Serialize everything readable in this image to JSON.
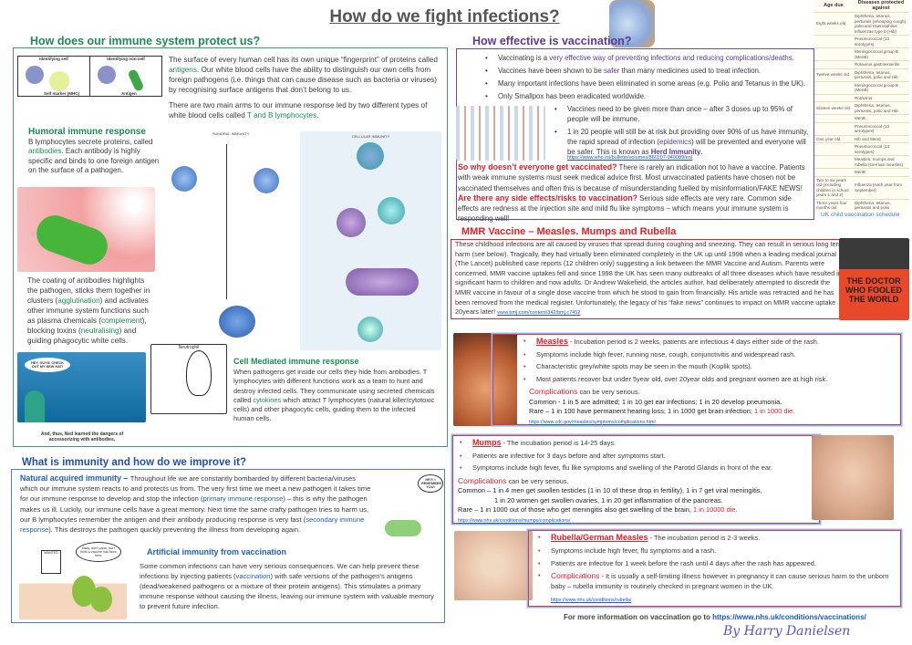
{
  "title": "How do we fight infections?",
  "immune": {
    "heading": "How does our immune system protect us?",
    "self_label": "Identifying self",
    "nonself_label": "Identifying non-self",
    "self_marker": "Self marker (MHC)",
    "antigen_label": "Antigen",
    "intro1_a": "The surface of every human cell has its own unique “fingerprint” of proteins called ",
    "intro1_term": "antigens",
    "intro1_b": ". Our white blood cells have the ability to distinguish our own cells from foreign pathogens (i.e. things that can cause disease such as bacteria or viruses) by recognising surface antigens that don’t belong to us.",
    "intro2_a": "There are two main arms to our immune response led by two different types of white blood cells called ",
    "intro2_term": "T and B lymphocytes",
    "intro2_b": ".",
    "humoral_heading": "Humoral immune response",
    "humoral_a": "B lymphocytes secrete proteins, called ",
    "humoral_term": "antibodies",
    "humoral_b": ". Each antibody is highly specific and binds to one foreign antigen on the surface of a pathogen.",
    "coating_a": "The coating of antibodies highlights the pathogen, sticks them together in clusters (",
    "coating_t1": "agglutination",
    "coating_b": ") and activates other immune system functions such as plasma chemicals (",
    "coating_t2": "complement",
    "coating_c": "), blocking toxins (",
    "coating_t3": "neutralising",
    "coating_d": ") and guiding phagocytic white cells.",
    "diagram_humoral": "HUMORAL IMMUNITY",
    "diagram_cellular": "CELLULAR IMMUNITY",
    "comic_caption": "And, thus, Ned learned the dangers of accessorizing with antibodies.",
    "comic_speech": "HEY, GUYS! CHECK OUT MY NEW HAT!",
    "neutrophil_label": "Neutrophil",
    "cell_heading": "Cell Mediated immune response",
    "cell_a": "When pathogens get inside our cells they hide from antibodies. T lymphocytes with different functions work as a team to hunt and destroy infected cells. They communicate using secreted chemicals called ",
    "cell_term": "cytokines",
    "cell_b": " which attract T lymphocytes (natural killer/cytotoxic cells) and other phagocytic cells, guiding them to the infected human cells."
  },
  "immunity": {
    "heading": "What is immunity and how do we improve it?",
    "natural_heading": "Natural acquired immunity – ",
    "natural_a": "Throughout life we are constantly bombarded by different bacteria/viruses which our immune system reacts to and protects us from. The very first time we meet a new pathogen it takes time for our immune response to develop and stop the infection (",
    "natural_t1": "primary immune response",
    "natural_b": ") – this is why the pathogen makes us ill. Luckily, our immune cells have a great memory. Next time the same crafty pathogen tries to harm us, our B lymphocytes remember the antigen and their antibody producing response is very fast (",
    "natural_t2": "secondary immune response",
    "natural_c": "). This destroys the pathogen quickly preventing the illness from developing again.",
    "speech_remember": "HEY! I REMEMBER YOU!",
    "wanted": "WANTED",
    "speech_vaccine": "Okay, don't panic, but I think a vaccine has been here.",
    "artificial_heading": "Artificial immunity from vaccination",
    "artificial_a": "Some common infections can have very serious consequences. We can help prevent these infections by injecting patients (",
    "artificial_term": "vaccination",
    "artificial_b": ") with safe versions of the pathogen’s antigens (dead/weakened pathogens or a mixture of their protein antigens). This stimulates a primary immune response without causing the illness, leaving our immune system with valuable memory to prevent future infection."
  },
  "vaccination": {
    "heading": "How effective is vaccination?",
    "b1_a": "Vaccinating is a ",
    "b1_hl": "very effective way of preventing infections and reducing complications/deaths.",
    "b2_a": "Vaccines have been shown to be ",
    "b2_hl": "safer",
    "b2_b": " than many medicines used to treat infection.",
    "b3": "Many important infections have been eliminated in some areas (e.g. Polio and Tetanus in the UK).",
    "b4": "Only Smallpox has been eradicated worldwide.",
    "b5": "Vaccines need to be given more than once – after 3 doses up to 95% of people will be immune.",
    "b6_a": "1 in 20 people will still be at risk but providing over 90% of us have immunity, the rapid spread of infection (",
    "b6_hl": "epidemics",
    "b6_b": ") will be prevented and everyone will be safer. This is known as ",
    "b6_term": "Herd Immunity",
    "b6_c": ".",
    "link": "https://www.who.int/bulletin/volumes/86/2/07-040089/en/",
    "q1": "So why doesn’t everyone get vaccinated?",
    "a1": " There is rarely an indication not to have a vaccine. Patients with weak immune systems must seek medical advice first. Most unvaccinated patients have chosen not be vaccinated themselves and often this is because of misunderstanding fuelled by misinformation/FAKE NEWS!",
    "q2": "Are there any side effects/risks to vaccination?",
    "a2": " Serious side effects are very rare. Common side effects  are redness at the injection site and mild flu like symptoms – which means your immune system is responding well!"
  },
  "schedule": {
    "caption": "UK child vaccination schedule",
    "headers": [
      "Age due",
      "Diseases protected against"
    ],
    "rows": [
      [
        "Eight weeks old",
        "Diphtheria, tetanus, pertussis (whooping cough), polio and Haemophilus influenzae type b (Hib)"
      ],
      [
        "",
        "Pneumococcal (13 serotypes)"
      ],
      [
        "",
        "Meningococcal group B (MenB)"
      ],
      [
        "",
        "Rotavirus gastroenteritis"
      ],
      [
        "Twelve weeks old",
        "Diphtheria, tetanus, pertussis, polio and Hib"
      ],
      [
        "",
        "Meningococcal group B (MenB)"
      ],
      [
        "",
        "Rotavirus"
      ],
      [
        "Sixteen weeks old",
        "Diphtheria, tetanus, pertussis, polio and Hib"
      ],
      [
        "",
        "MenB"
      ],
      [
        "",
        "Pneumococcal (13 serotypes)"
      ],
      [
        "One year old",
        "Hib and MenC"
      ],
      [
        "",
        "Pneumococcal (13 serotypes)"
      ],
      [
        "",
        "Measles, mumps and rubella (German measles)"
      ],
      [
        "",
        "MenB"
      ],
      [
        "Two to six years old (including children in school years 1 and 2)",
        "Influenza (each year from September)"
      ],
      [
        "Three years four months old",
        "Diphtheria, tetanus, pertussis and polio"
      ],
      [
        "",
        "Measles, mumps and rubella"
      ]
    ]
  },
  "mmr": {
    "heading": "MMR Vaccine – Measles. Mumps and Rubella",
    "body": "These childhood infections are all caused by viruses that spread during coughing and sneezing. They can result in serious long term harm (see below). Tragically, they had virtually been eliminated completely in the UK up until 1998 when a leading medical journal (The Lancet) published case reports (12 children only) suggesting a link between the MMR Vaccine and Autism. Parents were concerned, MMR vaccine uptakes fell and since 1998 the UK has seen many outbreaks of all three diseases which have resulted in significant harm to children and now adults. Dr Andrew Wakefield, the articles author, had deliberately attempted to discredit the MMR vaccine in favour of a single dose vaccine from which he stood to gain from financially. His article was retracted and he has been removed from the medical register. Unfortunately, the legacy of his “fake news” continues to impact on MMR vaccine uptake 20years later! ",
    "link": "www.bmj.com/content/342/bmj.c7452",
    "book_title": "THE DOCTOR WHO FOOLED THE WORLD"
  },
  "measles": {
    "name": "Measles",
    "b1": " - Incubation period is 2 weeks, patients are infectious 4 days either side of the rash.",
    "b2": "Symptoms include high fever, running nose, cough, conjunctivitis and widespread rash.",
    "b3": "Characteristic grey/white spots may be seen in the mouth (Koplik spots).",
    "b4": "Most patients recover but under 5year old, over 20year olds and pregnant women are at high risk.",
    "comp": "Complications",
    "comp_b": " can be very serious.",
    "common": "Common - 1 in 5 are admitted; 1 in 10 get ear infections; 1 in 20 develop pneumonia.",
    "rare": "Rare – 1 in 100 have permanent hearing loss; 1 in 1000 get brain infection; ",
    "rare_hl": "1 in 1000 die.",
    "link": "https://www.cdc.gov/measles/symptoms/complications.html"
  },
  "mumps": {
    "name": "Mumps",
    "b1": " - The incubation period is 14-25 days.",
    "b2": "Patients are infective for 3 days before and after symptoms start.",
    "b3": "Symptoms include high fever, flu like symptoms and swelling of the Parotid Glands in front of the ear.",
    "comp": "Complications",
    "comp_b": " can be very serious.",
    "common1": "Common – 1 in 4 men get swollen testicles (1 in 10 of these drop in fertility), 1 in 7 get viral meningitis,",
    "common2": "1 in 20 women get swollen ovaries, 1 in 20 get inflammation of the pancreas.",
    "rare": "Rare – 1 in 1000 out of those who get meningitis also get swelling of the brain, ",
    "rare_hl": "1 in 10000 die.",
    "link": "https://www.nhs.uk/conditions/mumps/complications/"
  },
  "rubella": {
    "name": "Rubella/German Measles",
    "b1": " - The incubation period is 2-3 weeks.",
    "b2": "Symptoms include high fever, flu symptoms and a rash.",
    "b3": "Patients are infective for 1 week before the rash until 4 days after the rash has appeared.",
    "comp": "Complications",
    "comp_b": " - It is usually a self-limiting illness however in pregnancy it can cause serious harm to the unborn baby – rubella immunity is routinely checked in pregnant women in the UK.",
    "link": "https://www.nhs.uk/conditions/rubella/"
  },
  "footer": {
    "text": "For more information on vaccination go to ",
    "link": "https://www.nhs.uk/conditions/vaccinations/",
    "signature": "By  Harry Danielsen"
  },
  "colors": {
    "green": "#1e8a55",
    "purple": "#5b3a96",
    "red": "#e3202a",
    "blue": "#1f5fbf"
  }
}
